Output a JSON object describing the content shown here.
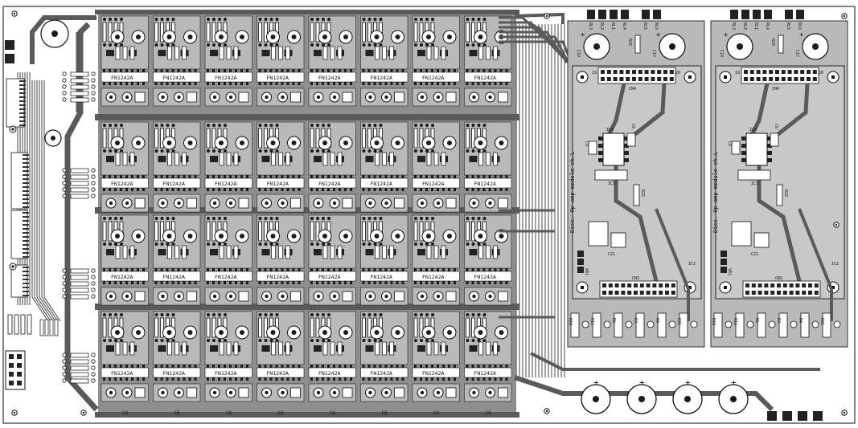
{
  "board": {
    "colors": {
      "background": "#ffffff",
      "copper": "#8f8f8f",
      "trace": "#5a5a5a",
      "pad": "#1a1a1a",
      "outline": "#333333"
    },
    "ic_label": "FN1242A",
    "cap_label": "C6",
    "right_modules": [
      {
        "side_label": "Disc. Op-amp module ch.L",
        "top_connector": "CN4",
        "bottom_connector": "CN3",
        "dual_ic": "IC4",
        "small_ic": "IC3",
        "ic_bottom": "IC2",
        "resistor_top": "R24",
        "resistor_mid": "R22",
        "cap_left": "C19",
        "cap_right": "C17",
        "cap_small_a": "C9",
        "cap_small_b": "C6",
        "mark_a": "20",
        "mark_b": "19",
        "vr_label": "VR1",
        "jumper_label": "C21",
        "block_labels": [
          "R10",
          "R11",
          "R6",
          "R3",
          "R4",
          "R21"
        ],
        "header_labels": [
          "RL3",
          "RL2",
          "RL1",
          "RL4",
          "RL5",
          "RL6"
        ]
      },
      {
        "side_label": "Disc. Op-amp module ch.L",
        "top_connector": "CN4",
        "bottom_connector": "CN3",
        "dual_ic": "IC4",
        "small_ic": "IC3",
        "ic_bottom": "IC2",
        "resistor_top": "R24",
        "resistor_mid": "R22",
        "cap_left": "C19",
        "cap_right": "C17",
        "cap_small_a": "C9",
        "cap_small_b": "C6",
        "mark_a": "20",
        "mark_b": "19",
        "vr_label": "VR1",
        "jumper_label": "C21",
        "block_labels": [
          "R10",
          "R11",
          "R6",
          "R3",
          "R4",
          "R21"
        ],
        "header_labels": [
          "RL3",
          "RL2",
          "RL1",
          "RL4",
          "RL5",
          "RL6"
        ]
      }
    ],
    "plus_sign": "+",
    "minus_sign": "-"
  }
}
